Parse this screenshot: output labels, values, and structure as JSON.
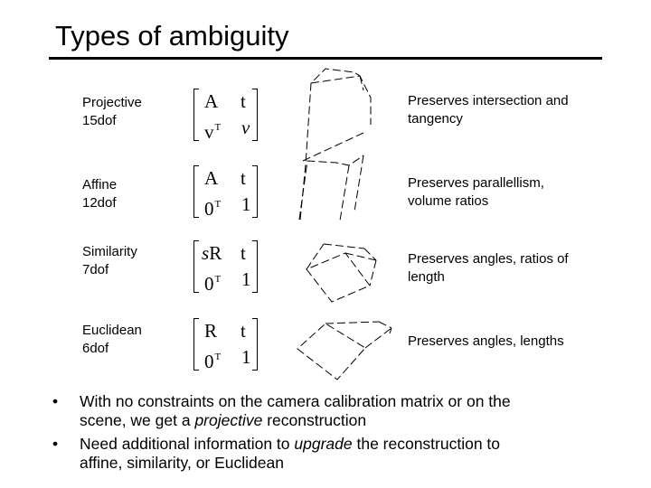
{
  "slide": {
    "title": "Types of ambiguity"
  },
  "rows": [
    {
      "name": "Projective",
      "dof": "15dof",
      "matrix": {
        "a11": "A",
        "a12": "t",
        "a21": "v",
        "a21_sup": "T",
        "a22": "v"
      },
      "description_line1": "Preserves intersection and",
      "description_line2": "tangency"
    },
    {
      "name": "Affine",
      "dof": "12dof",
      "matrix": {
        "a11": "A",
        "a12": "t",
        "a21": "0",
        "a21_sup": "T",
        "a22": "1"
      },
      "description_line1": "Preserves parallellism,",
      "description_line2": "volume ratios"
    },
    {
      "name": "Similarity",
      "dof": "7dof",
      "matrix": {
        "a11_prefix": "s",
        "a11": "R",
        "a12": "t",
        "a21": "0",
        "a21_sup": "T",
        "a22": "1"
      },
      "description_line1": "Preserves angles, ratios of",
      "description_line2": "length"
    },
    {
      "name": "Euclidean",
      "dof": "6dof",
      "matrix": {
        "a11": "R",
        "a12": "t",
        "a21": "0",
        "a21_sup": "T",
        "a22": "1"
      },
      "description_line1": "Preserves angles, lengths",
      "description_line2": ""
    }
  ],
  "bullets": [
    {
      "marker": "•",
      "line1": "With no constraints on the camera calibration matrix or on the",
      "line2_before": "scene, we get a ",
      "line2_emphasis": "projective",
      "line2_after": " reconstruction"
    },
    {
      "marker": "•",
      "line1_before": "Need additional information to ",
      "line1_emphasis": "upgrade",
      "line1_after": " the reconstruction to",
      "line2": "affine, similarity, or Euclidean"
    }
  ]
}
